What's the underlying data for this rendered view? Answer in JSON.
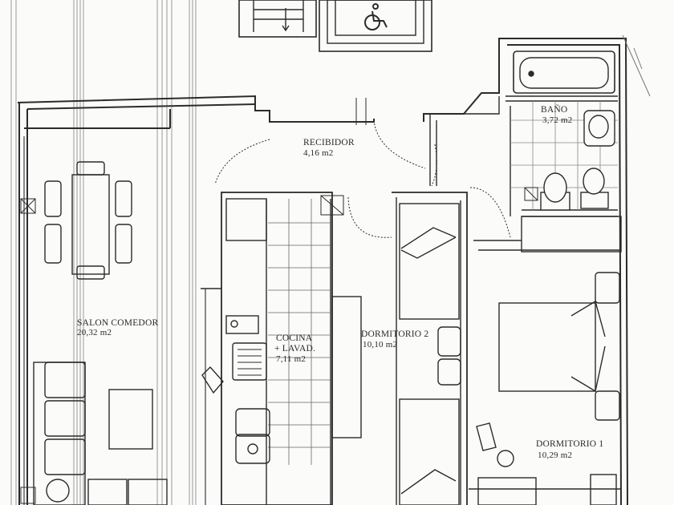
{
  "plan": {
    "rooms": [
      {
        "id": "recibidor",
        "name": "RECIBIDOR",
        "area": "4,16 m2"
      },
      {
        "id": "bano",
        "name": "BAÑO",
        "area": "3,72 m2"
      },
      {
        "id": "salon",
        "name": "SALON COMEDOR",
        "area": "20,32 m2"
      },
      {
        "id": "cocina",
        "name_line1": "COCINA",
        "name_line2": "+ LAVAD.",
        "area": "7,11 m2"
      },
      {
        "id": "dormitorio2",
        "name": "DORMITORIO 2",
        "area": "10,10 m2"
      },
      {
        "id": "dormitorio1",
        "name": "DORMITORIO 1",
        "area": "10,29 m2"
      }
    ],
    "icons": [
      "wheelchair-icon",
      "bathtub-icon",
      "toilet-icon",
      "bidet-icon",
      "washbasin-icon",
      "dining-table-icon",
      "sofa-icon",
      "double-bed-icon",
      "single-bed-icon",
      "stove-icon",
      "sink-icon",
      "stair-icon"
    ],
    "colors": {
      "line": "#2b2b2b",
      "paper": "#fbfbf9",
      "hatch": "#8a8a8a"
    }
  }
}
